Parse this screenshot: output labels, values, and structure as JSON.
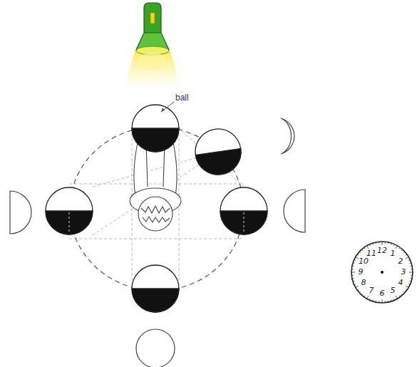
{
  "diagram": {
    "nodes": [
      {
        "text": [
          "12",
          "1",
          "2",
          "3",
          "4",
          "5",
          "6",
          "7",
          "8",
          "9",
          "10",
          "11"
        ]
      }
    ],
    "labels": [
      "ball"
    ]
  }
}
